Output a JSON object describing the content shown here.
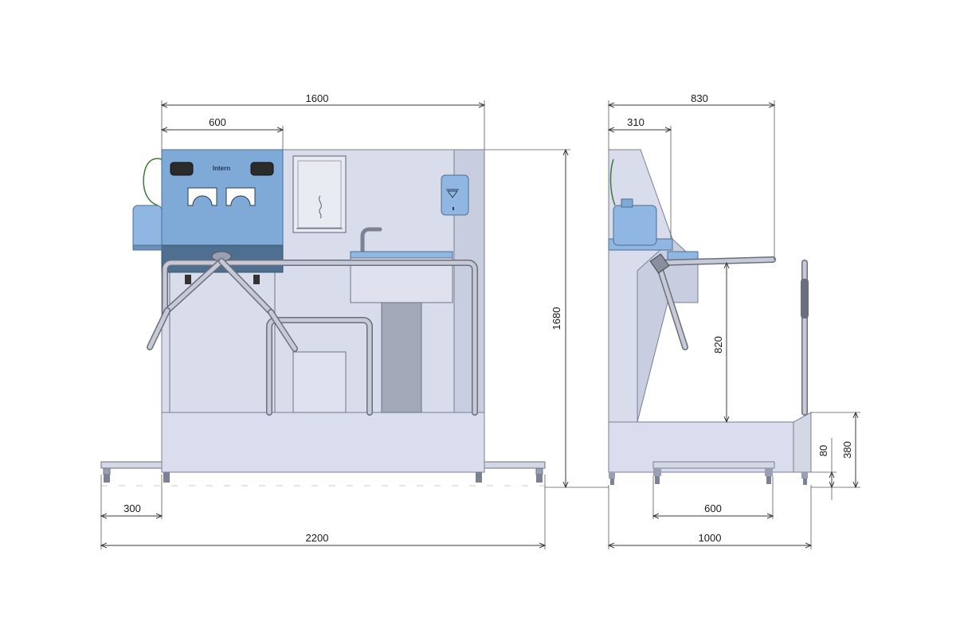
{
  "diagram": {
    "front_view": {
      "dimensions": {
        "overall_width": "1600",
        "dryer_width": "600",
        "base_overhang": "300",
        "total_base": "2200",
        "height": "1680"
      },
      "brand_logo": "Intern"
    },
    "side_view": {
      "dimensions": {
        "depth_top": "830",
        "offset": "310",
        "arm_height": "820",
        "step_height": "80",
        "platform_height": "380",
        "platform_width": "600",
        "base_depth": "1000"
      }
    },
    "colors": {
      "panel": "#d9dcea",
      "accent_blue": "#7fa9d6",
      "pipe": "#c7cad6",
      "outline": "#6d7287"
    }
  }
}
